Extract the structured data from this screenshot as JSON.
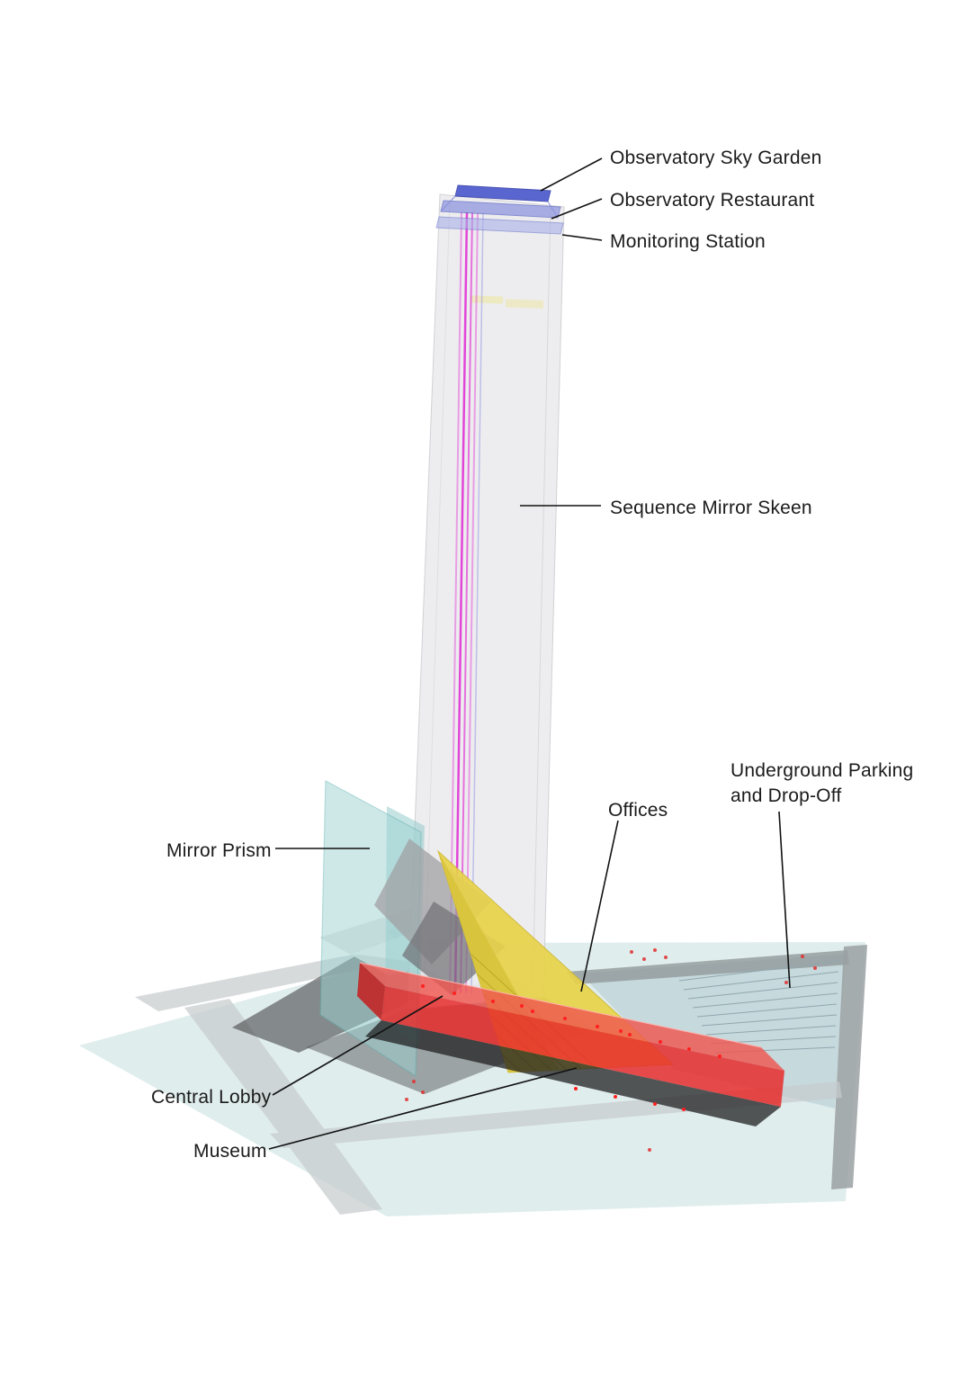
{
  "labels": {
    "sky_garden": "Observatory Sky Garden",
    "restaurant": "Observatory Restaurant",
    "monitoring": "Monitoring Station",
    "skeen": "Sequence Mirror Skeen",
    "parking": "Underground Parking and Drop-Off",
    "offices": "Offices",
    "mirror_prism": "Mirror Prism",
    "central_lobby": "Central Lobby",
    "museum": "Museum"
  },
  "colors": {
    "tower": "#ececee",
    "elevator": "#e23bd6",
    "plate_top": "#4d5acd",
    "plate_mid": "#8a93de",
    "plate_low": "#a9b0e8",
    "teal_plane": "#9ed2d2",
    "ground": "#d8e9e9",
    "parking_deck": "#b4ccd2",
    "road": "#c6cbcd",
    "yellow": "#e8d34a",
    "red_top": "#ef5750",
    "red_front": "#e62c2c",
    "leader": "#111111",
    "text": "#1b1b1b"
  }
}
